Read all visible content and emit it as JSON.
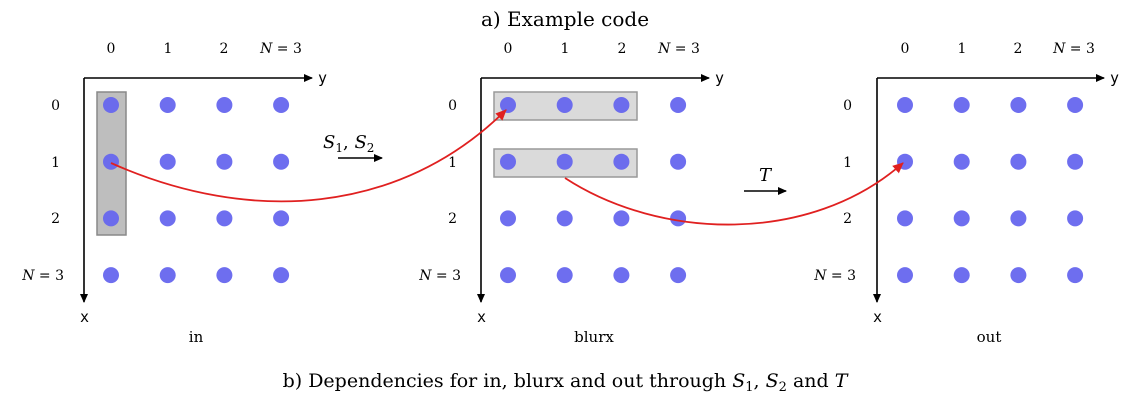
{
  "top_caption": "a) Example code",
  "bottom_caption": {
    "prefix": "b) Dependencies for in, blurx and out through ",
    "s1": "S",
    "s1_sub": "1",
    "sep1": ", ",
    "s2": "S",
    "s2_sub": "2",
    "sep2": " and ",
    "t": "T"
  },
  "axis_labels": {
    "x": "x",
    "y": "y"
  },
  "index_labels": [
    "0",
    "1",
    "2"
  ],
  "n_label": {
    "var": "N",
    "eq": " = 3"
  },
  "grids": [
    {
      "name": "in"
    },
    {
      "name": "blurx"
    },
    {
      "name": "out"
    }
  ],
  "transforms": [
    {
      "label": "S",
      "sub": "1",
      "sep": ", ",
      "label2": "S",
      "sub2": "2"
    },
    {
      "label": "T"
    }
  ],
  "colors": {
    "dot": "#6666ee",
    "arrow": "#e02020",
    "box_fill_dark": "#a8a8a8",
    "box_fill_light": "#d6d6d6",
    "box_stroke": "#888888",
    "axis": "#000000"
  }
}
